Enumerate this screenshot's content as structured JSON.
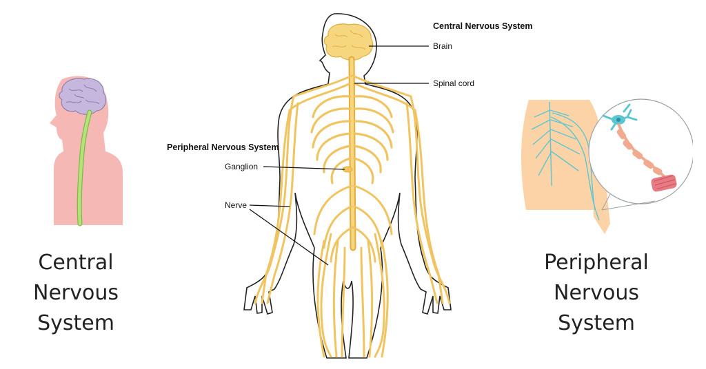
{
  "left_panel": {
    "caption": [
      "Central",
      "Nervous",
      "System"
    ],
    "colors": {
      "head": "#f6b8b5",
      "brain": "#c5b7dd",
      "cord": "#a8d96a"
    }
  },
  "center_panel": {
    "heading_top": "Central Nervous System",
    "heading_left": "Peripheral Nervous System",
    "labels": {
      "brain": "Brain",
      "spinal_cord": "Spinal cord",
      "ganglion": "Ganglion",
      "nerve": "Nerve"
    },
    "colors": {
      "nerves": "#f0c460",
      "outline": "#222222"
    }
  },
  "right_panel": {
    "caption": [
      "Peripheral",
      "Nervous",
      "System"
    ],
    "colors": {
      "skin": "#fcd3a6",
      "nerves": "#5cc6d0",
      "axon": "#f1a98f",
      "muscle": "#e77a82"
    }
  }
}
